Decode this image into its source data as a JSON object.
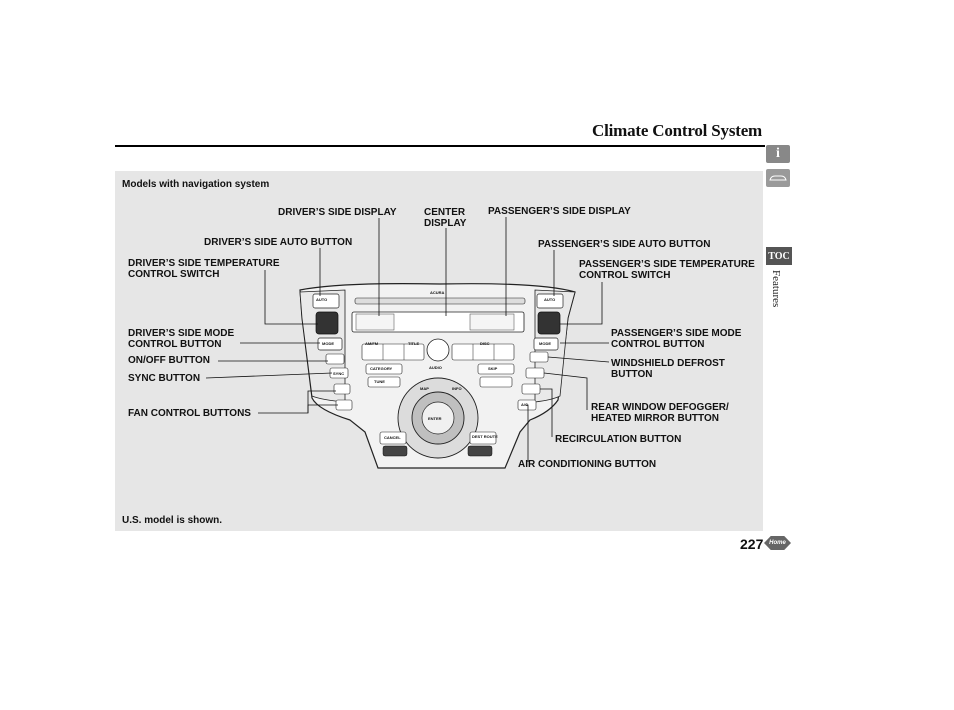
{
  "header": {
    "title": "Climate Control System"
  },
  "panel": {
    "top_note": "Models with navigation system",
    "bottom_note": "U.S. model is shown.",
    "callouts": {
      "drivers_side_display": "DRIVER’S SIDE DISPLAY",
      "center_display": "CENTER\nDISPLAY",
      "passengers_side_display": "PASSENGER’S SIDE DISPLAY",
      "drivers_side_auto": "DRIVER’S SIDE AUTO BUTTON",
      "passengers_side_auto": "PASSENGER’S SIDE AUTO BUTTON",
      "drivers_temp_switch": "DRIVER’S SIDE TEMPERATURE\nCONTROL SWITCH",
      "passengers_temp_switch": "PASSENGER’S SIDE TEMPERATURE\nCONTROL SWITCH",
      "drivers_mode": "DRIVER’S SIDE MODE\nCONTROL BUTTON",
      "passengers_mode": "PASSENGER’S SIDE MODE\nCONTROL BUTTON",
      "on_off": "ON/OFF BUTTON",
      "windshield_defrost": "WINDSHIELD DEFROST\nBUTTON",
      "sync": "SYNC BUTTON",
      "rear_defogger": "REAR WINDOW DEFOGGER/\nHEATED MIRROR BUTTON",
      "fan_control": "FAN CONTROL BUTTONS",
      "recirculation": "RECIRCULATION BUTTON",
      "air_conditioning": "AIR CONDITIONING BUTTON"
    },
    "unit_labels": {
      "driver_auto": "AUTO",
      "passenger_auto": "AUTO",
      "driver_mode": "MODE",
      "passenger_mode": "MODE",
      "sync": "SYNC",
      "enter": "ENTER",
      "audio": "AUDIO",
      "title_btn": "TITLE",
      "disc": "DISC",
      "skip": "SKIP",
      "category": "CATEGORY",
      "tune": "TUNE",
      "am_fm": "AM/FM",
      "cancel": "CANCEL",
      "map": "MAP",
      "info": "INFO",
      "dest_route": "DEST ROUTE",
      "air_conditioning": "A/C",
      "brand": "ACURA"
    }
  },
  "sidebar": {
    "info_icon": "info-icon",
    "car_icon": "car-icon",
    "toc_label": "TOC",
    "section_label": "Features"
  },
  "footer": {
    "page_number": "227",
    "home_label": "Home"
  }
}
